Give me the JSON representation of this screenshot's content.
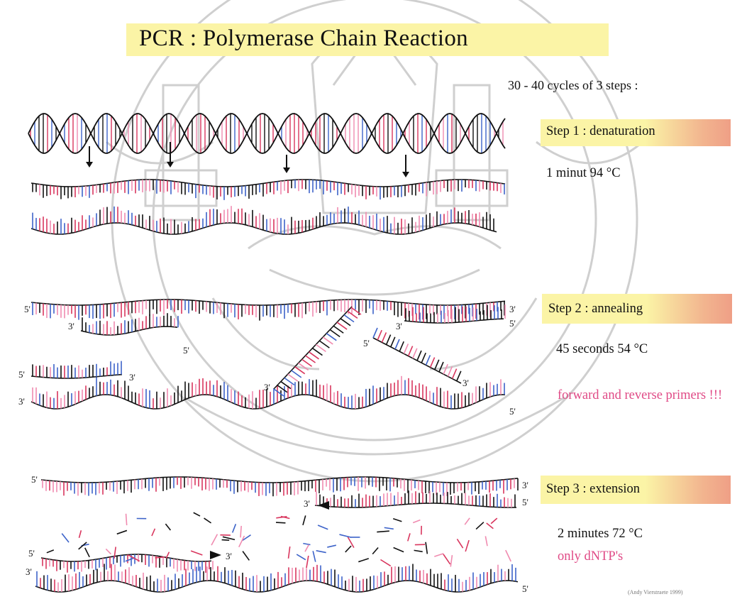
{
  "title": "PCR : Polymerase Chain Reaction",
  "cycles_text": "30 - 40 cycles of 3 steps :",
  "steps": [
    {
      "name": "Step 1 : denaturation",
      "condition": "1 minut 94 °C",
      "note": ""
    },
    {
      "name": "Step 2 : annealing",
      "condition": "45 seconds 54 °C",
      "note": "forward and reverse primers !!!"
    },
    {
      "name": "Step 3 : extension",
      "condition": "2 minutes 72 °C",
      "note": "only dNTP's"
    }
  ],
  "strand_labels": {
    "five_prime": "5'",
    "three_prime": "3'"
  },
  "credit": "(Andy Vierstraete 1999)",
  "colors": {
    "highlight": "#fbf4a6",
    "highlight_edge": "#ef9f86",
    "note_text": "#e04a86",
    "base_black": "#111111",
    "base_red": "#d9365e",
    "base_blue": "#3d63c9",
    "base_pink": "#f08bb0",
    "watermark": "#c8c8c8"
  }
}
